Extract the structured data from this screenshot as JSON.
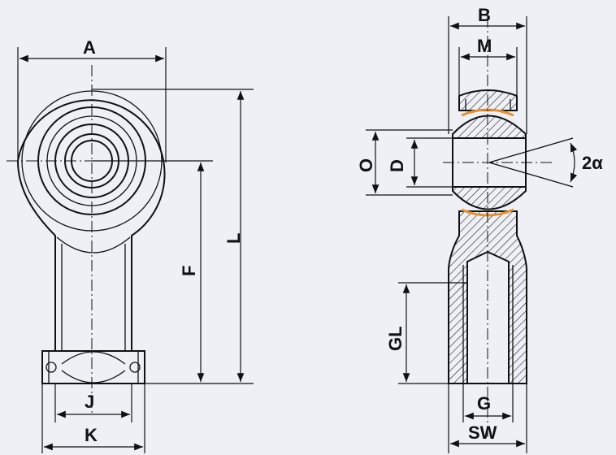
{
  "labels": {
    "A": "A",
    "B": "B",
    "M": "M",
    "O": "O",
    "D": "D",
    "angle": "2α",
    "F": "F",
    "L": "L",
    "GL": "GL",
    "J": "J",
    "K": "K",
    "G": "G",
    "SW": "SW"
  },
  "colors": {
    "line": "#111111",
    "background": "#eef0f6",
    "liner": "#e8902a"
  }
}
